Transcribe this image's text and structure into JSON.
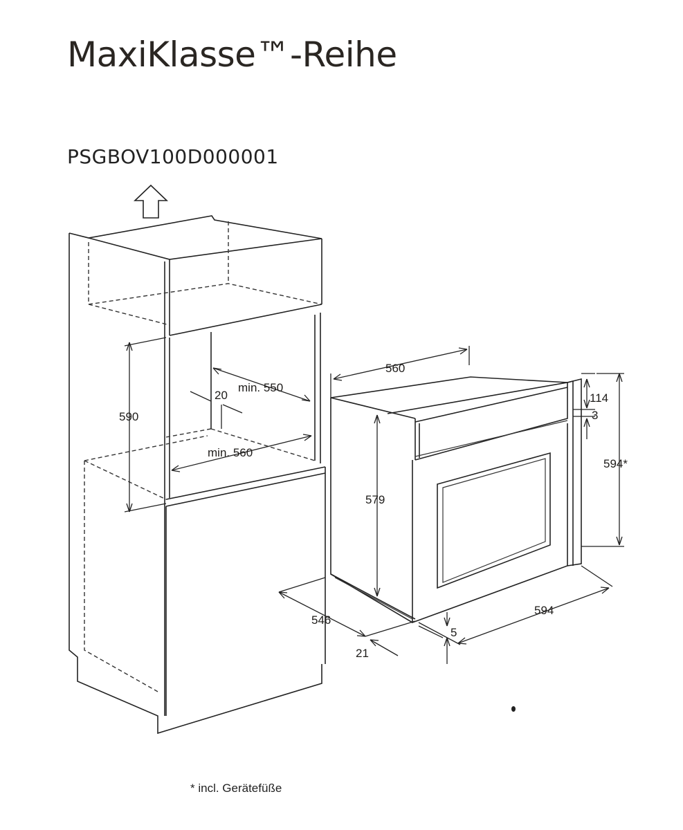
{
  "title": "MaxiKlasse™-Reihe",
  "model_code": "PSGBOV100D000001",
  "footnote": "* incl. Gerätefüße",
  "labels": {
    "niche_height": "590",
    "niche_depth_offset": "20",
    "niche_min_depth": "min. 550",
    "niche_min_width": "min. 560",
    "oven_width_top": "560",
    "oven_body_height": "579",
    "panel_height": "114",
    "gap": "3",
    "total_height": "594*",
    "front_width": "594",
    "depth": "546",
    "front_depth": "21",
    "bottom_gap": "5"
  },
  "icons": {
    "ventilation": "arrow-up-icon"
  }
}
